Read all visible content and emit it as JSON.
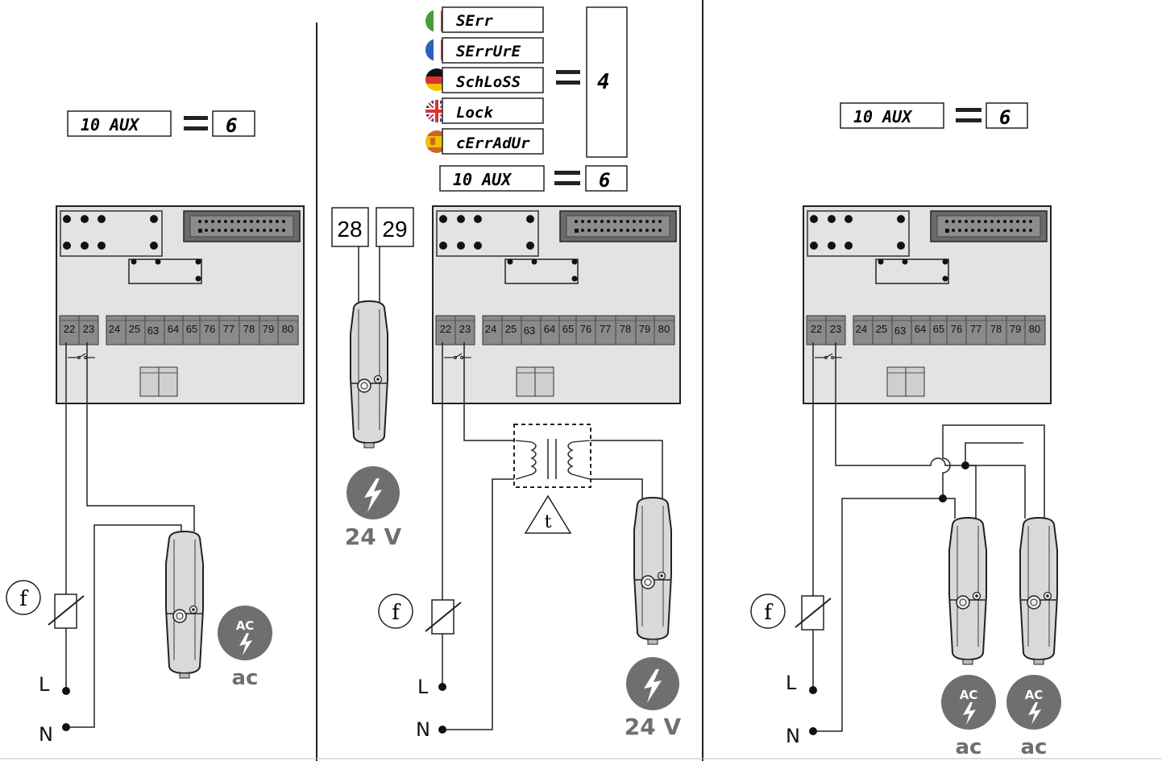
{
  "terminals": [
    "22",
    "23",
    "24",
    "25",
    "63",
    "64",
    "65",
    "76",
    "77",
    "78",
    "79",
    "80"
  ],
  "menu": {
    "param_code": "10 AUX",
    "param_value": "6",
    "lock_value": "4",
    "languages": [
      {
        "flag": "italy",
        "text": "SErr"
      },
      {
        "flag": "france",
        "text": "SErrUrE"
      },
      {
        "flag": "germany",
        "text": "SchLoSS"
      },
      {
        "flag": "uk",
        "text": "Lock"
      },
      {
        "flag": "spain",
        "text": "cErrAdUr"
      }
    ]
  },
  "labels": {
    "fuse": "f",
    "line": "L",
    "neutral": "N",
    "transformer": "t",
    "terminal_28": "28",
    "terminal_29": "29",
    "voltage_24v": "24 V",
    "ac_badge": "AC",
    "ac_caption": "ac"
  },
  "colors": {
    "board": "#e3e3e3",
    "terminal": "#8a8a8a",
    "lock_body": "#d9d9d9",
    "badge": "#6f6f6f",
    "wire": "#222222"
  }
}
